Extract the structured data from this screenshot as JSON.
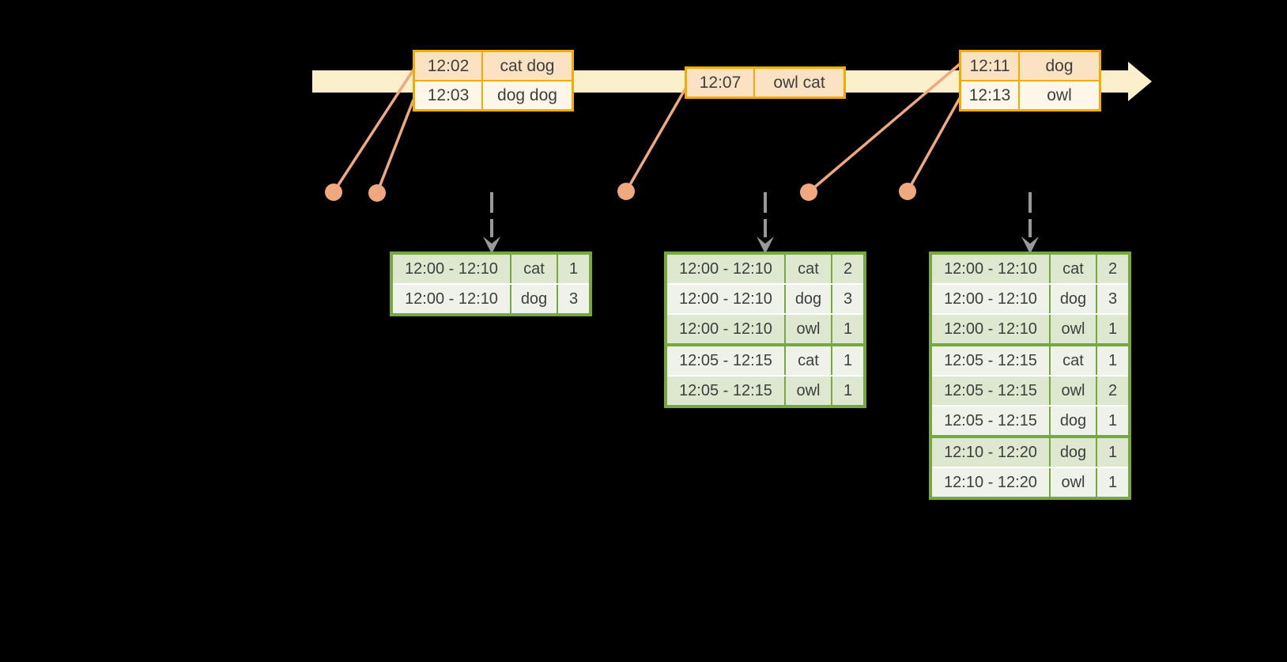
{
  "timeline": {
    "event_tables": [
      {
        "rows": [
          {
            "time": "12:02",
            "words": "cat dog"
          },
          {
            "time": "12:03",
            "words": "dog dog"
          }
        ]
      },
      {
        "rows": [
          {
            "time": "12:07",
            "words": "owl cat"
          }
        ]
      },
      {
        "rows": [
          {
            "time": "12:11",
            "words": "dog"
          },
          {
            "time": "12:13",
            "words": "owl"
          }
        ]
      }
    ]
  },
  "result_tables": [
    {
      "rows": [
        {
          "window": "12:00 - 12:10",
          "word": "cat",
          "count": "1"
        },
        {
          "window": "12:00 - 12:10",
          "word": "dog",
          "count": "3"
        }
      ]
    },
    {
      "rows": [
        {
          "window": "12:00 - 12:10",
          "word": "cat",
          "count": "2"
        },
        {
          "window": "12:00 - 12:10",
          "word": "dog",
          "count": "3"
        },
        {
          "window": "12:00 - 12:10",
          "word": "owl",
          "count": "1"
        },
        {
          "window": "12:05 - 12:15",
          "word": "cat",
          "count": "1"
        },
        {
          "window": "12:05 - 12:15",
          "word": "owl",
          "count": "1"
        }
      ]
    },
    {
      "rows": [
        {
          "window": "12:00 - 12:10",
          "word": "cat",
          "count": "2"
        },
        {
          "window": "12:00 - 12:10",
          "word": "dog",
          "count": "3"
        },
        {
          "window": "12:00 - 12:10",
          "word": "owl",
          "count": "1"
        },
        {
          "window": "12:05 - 12:15",
          "word": "cat",
          "count": "1"
        },
        {
          "window": "12:05 - 12:15",
          "word": "owl",
          "count": "2"
        },
        {
          "window": "12:05 - 12:15",
          "word": "dog",
          "count": "1"
        },
        {
          "window": "12:10 - 12:20",
          "word": "dog",
          "count": "1"
        },
        {
          "window": "12:10 - 12:20",
          "word": "owl",
          "count": "1"
        }
      ]
    }
  ],
  "icons": {
    "timeline_arrowhead": "right-arrowhead",
    "trigger_arrow": "dashed-down-arrow",
    "event_dot": "circle-dot"
  },
  "colors": {
    "background": "#000000",
    "timeline_band": "#FBF0CB",
    "event_table_border": "#F2AC00",
    "event_row_dark": "#FAE2C2",
    "event_row_light": "#FDF6E9",
    "connector_salmon": "#F0A87E",
    "result_table_border": "#77A83D",
    "result_row_dark": "#DEE8D1",
    "result_row_light": "#EFF2E9",
    "trigger_arrow_gray": "#999999",
    "text": "#3E3E3E"
  }
}
